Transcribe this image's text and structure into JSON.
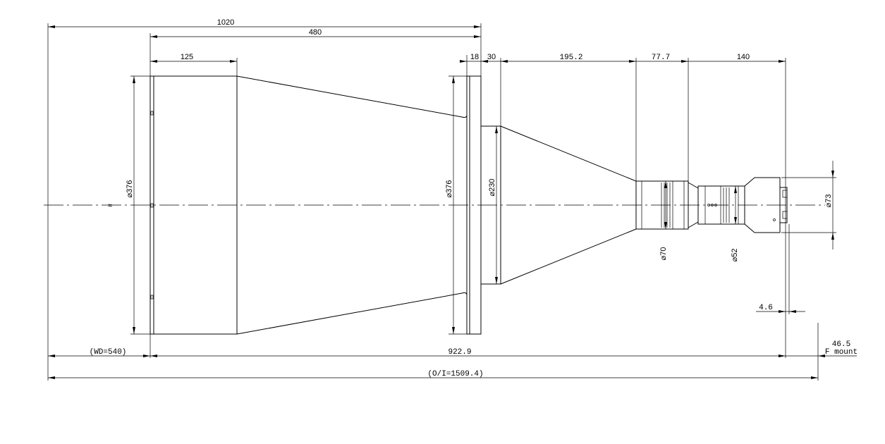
{
  "dimensions": {
    "overall_length": "1020",
    "section_length": "480",
    "front_barrel_length": "125",
    "flange_thickness": "18",
    "step_length": "30",
    "cone_length": "195.2",
    "focus_barrel_length": "77.7",
    "rear_length": "140",
    "front_diameter": "⌀376",
    "flange_diameter": "⌀376",
    "cone_start_diameter": "⌀230",
    "focus_ring_diameter": "⌀70",
    "rear_ring_diameter": "⌀52",
    "mount_diameter": "⌀73",
    "mount_offset": "4.6",
    "flange_back": "46.5",
    "mount_type": "F mount",
    "working_distance": "(WD=540)",
    "lens_length": "922.9",
    "object_to_image": "(O/I=1509.4)"
  },
  "colors": {
    "line": "#000000",
    "background": "#ffffff"
  }
}
